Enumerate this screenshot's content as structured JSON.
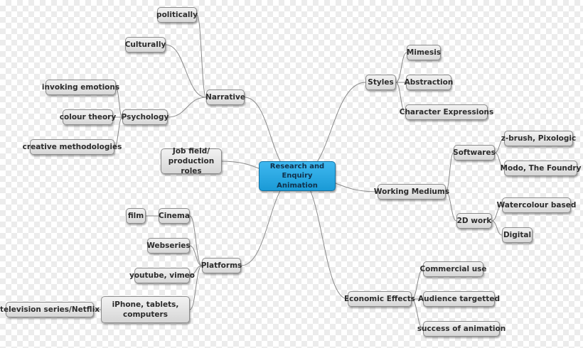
{
  "mindmap": {
    "center": "Research and Enquiry Animation",
    "nodes": {
      "narrative": "Narrative",
      "politically": "politically",
      "culturally": "Culturally",
      "psychology": "Psychology",
      "invoking_emotions": "invoking emotions",
      "colour_theory": "colour theory",
      "creative_methodologies": "creative methodologies",
      "job_field": "Job field/ production roles",
      "platforms": "Platforms",
      "cinema": "Cinema",
      "film": "film",
      "webseries": "Webseries",
      "youtube": "youtube, vimeo",
      "iphone": "iPhone, tablets, computers",
      "tv_series": "television series/Netflix",
      "styles": "Styles",
      "mimesis": "Mimesis",
      "abstraction": "Abstraction",
      "character_expressions": "Character Expressions",
      "working_mediums": "Working Mediums",
      "softwares": "Softwares",
      "zbrush": "z-brush, Pixologic",
      "modo": "Modo, The Foundry",
      "work_2d": "2D work",
      "watercolour": "Watercolour based",
      "digital": "Digital",
      "economic_effects": "Economic Effects",
      "commercial_use": "Commercial use",
      "audience_targetted": "Audience targetted",
      "success": "success of animation"
    }
  },
  "colors": {
    "center_fill": "#2aa8e6",
    "node_fill": "#e2e2e2",
    "link_stroke": "#8a8a8a"
  }
}
